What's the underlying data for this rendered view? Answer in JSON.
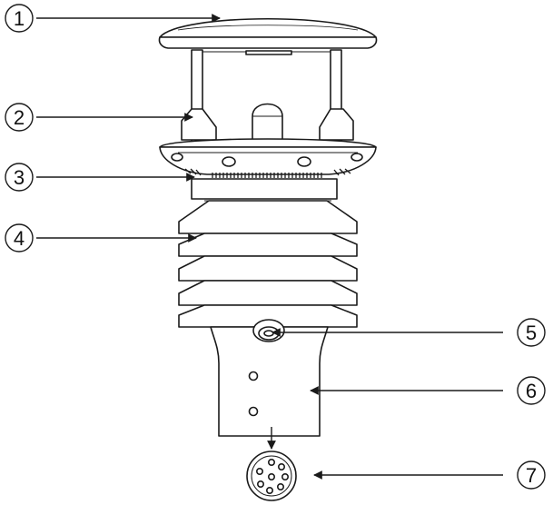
{
  "callouts": [
    {
      "label": "1"
    },
    {
      "label": "2"
    },
    {
      "label": "3"
    },
    {
      "label": "4"
    },
    {
      "label": "5"
    },
    {
      "label": "6"
    },
    {
      "label": "7"
    }
  ],
  "colors": {
    "line": "#1a1a1a",
    "fill": "#ffffff",
    "shade": "#e9e9e9"
  }
}
